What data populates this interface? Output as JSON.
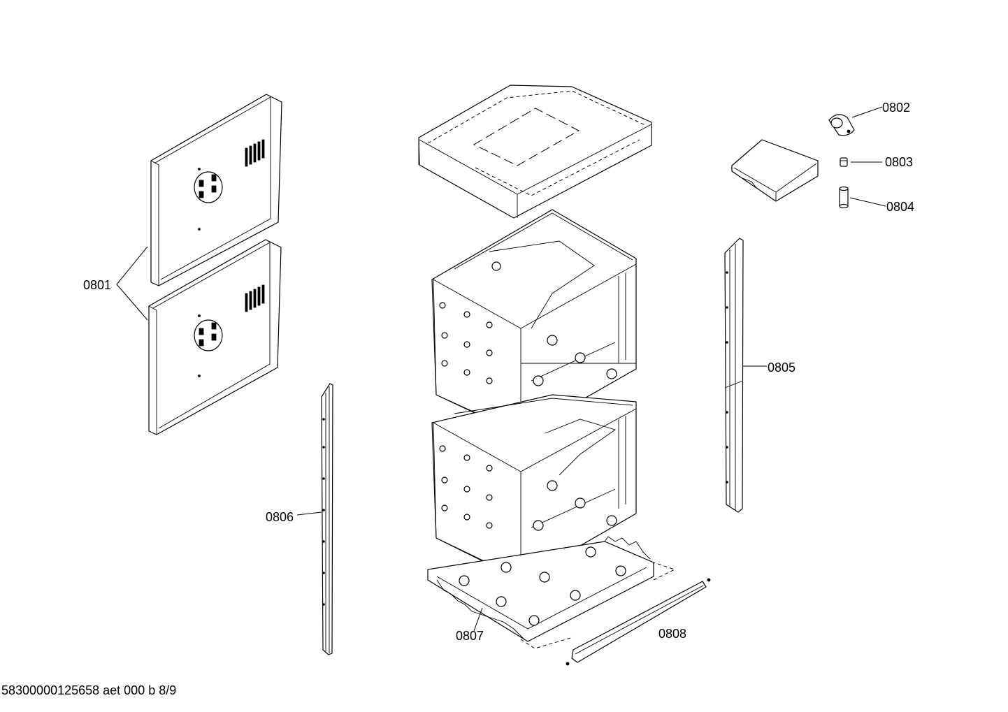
{
  "callouts": {
    "p0801": "0801",
    "p0802": "0802",
    "p0803": "0803",
    "p0804": "0804",
    "p0805": "0805",
    "p0806": "0806",
    "p0807": "0807",
    "p0808": "0808"
  },
  "footer": {
    "doc_id": "58300000125658 aet 000 b 8/9"
  }
}
